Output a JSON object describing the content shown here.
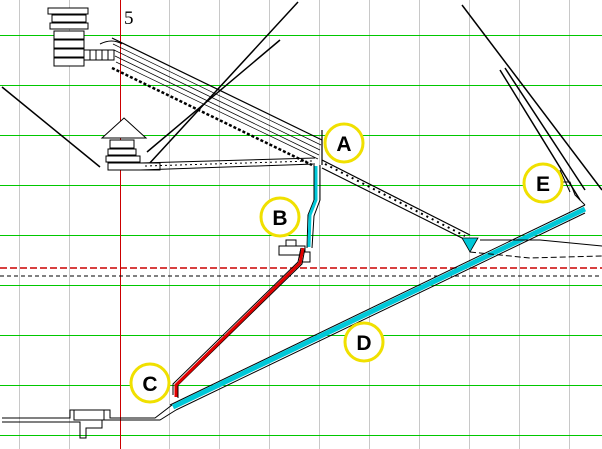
{
  "diagram": {
    "number_label": "5",
    "markers": {
      "a": "A",
      "b": "B",
      "c": "C",
      "d": "D",
      "e": "E"
    },
    "colors": {
      "background": "#ffffff",
      "grid_green": "#00c800",
      "grid_gray": "#c8c8c8",
      "reference_line": "#cc0000",
      "red_passage": "#e00000",
      "cyan_passage": "#00c8d8",
      "marker_fill": "#ffffff",
      "marker_ring": "#f0e000",
      "linework": "#000000"
    }
  }
}
